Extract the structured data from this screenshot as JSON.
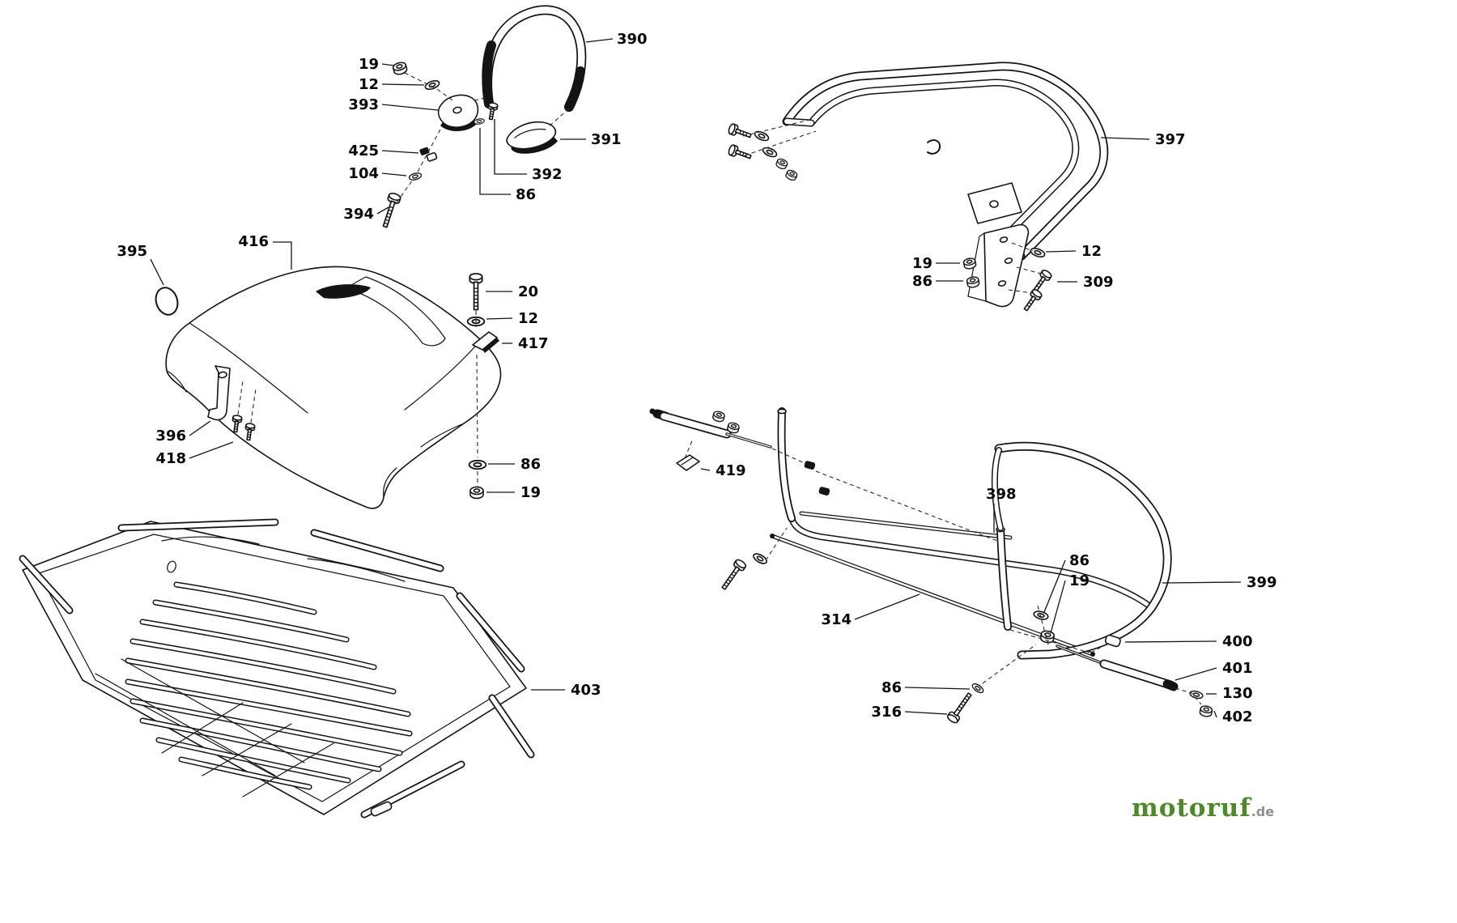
{
  "figure": {
    "type": "exploded-parts-diagram",
    "part_numbers": [
      "12",
      "19",
      "20",
      "86",
      "104",
      "130",
      "309",
      "314",
      "316",
      "390",
      "391",
      "392",
      "393",
      "394",
      "395",
      "396",
      "397",
      "398",
      "399",
      "400",
      "401",
      "402",
      "403",
      "416",
      "417",
      "418",
      "419",
      "425"
    ]
  },
  "labels": {
    "n12": "12",
    "n19": "19",
    "n20": "20",
    "n86": "86",
    "n104": "104",
    "n130": "130",
    "n309": "309",
    "n314": "314",
    "n316": "316",
    "n390": "390",
    "n391": "391",
    "n392": "392",
    "n393": "393",
    "n394": "394",
    "n395": "395",
    "n396": "396",
    "n397": "397",
    "n398": "398",
    "n399": "399",
    "n400": "400",
    "n401": "401",
    "n402": "402",
    "n403": "403",
    "n416": "416",
    "n417": "417",
    "n418": "418",
    "n419": "419",
    "n425": "425"
  },
  "logo": {
    "brand": "motoruf",
    "tld": ".de"
  }
}
